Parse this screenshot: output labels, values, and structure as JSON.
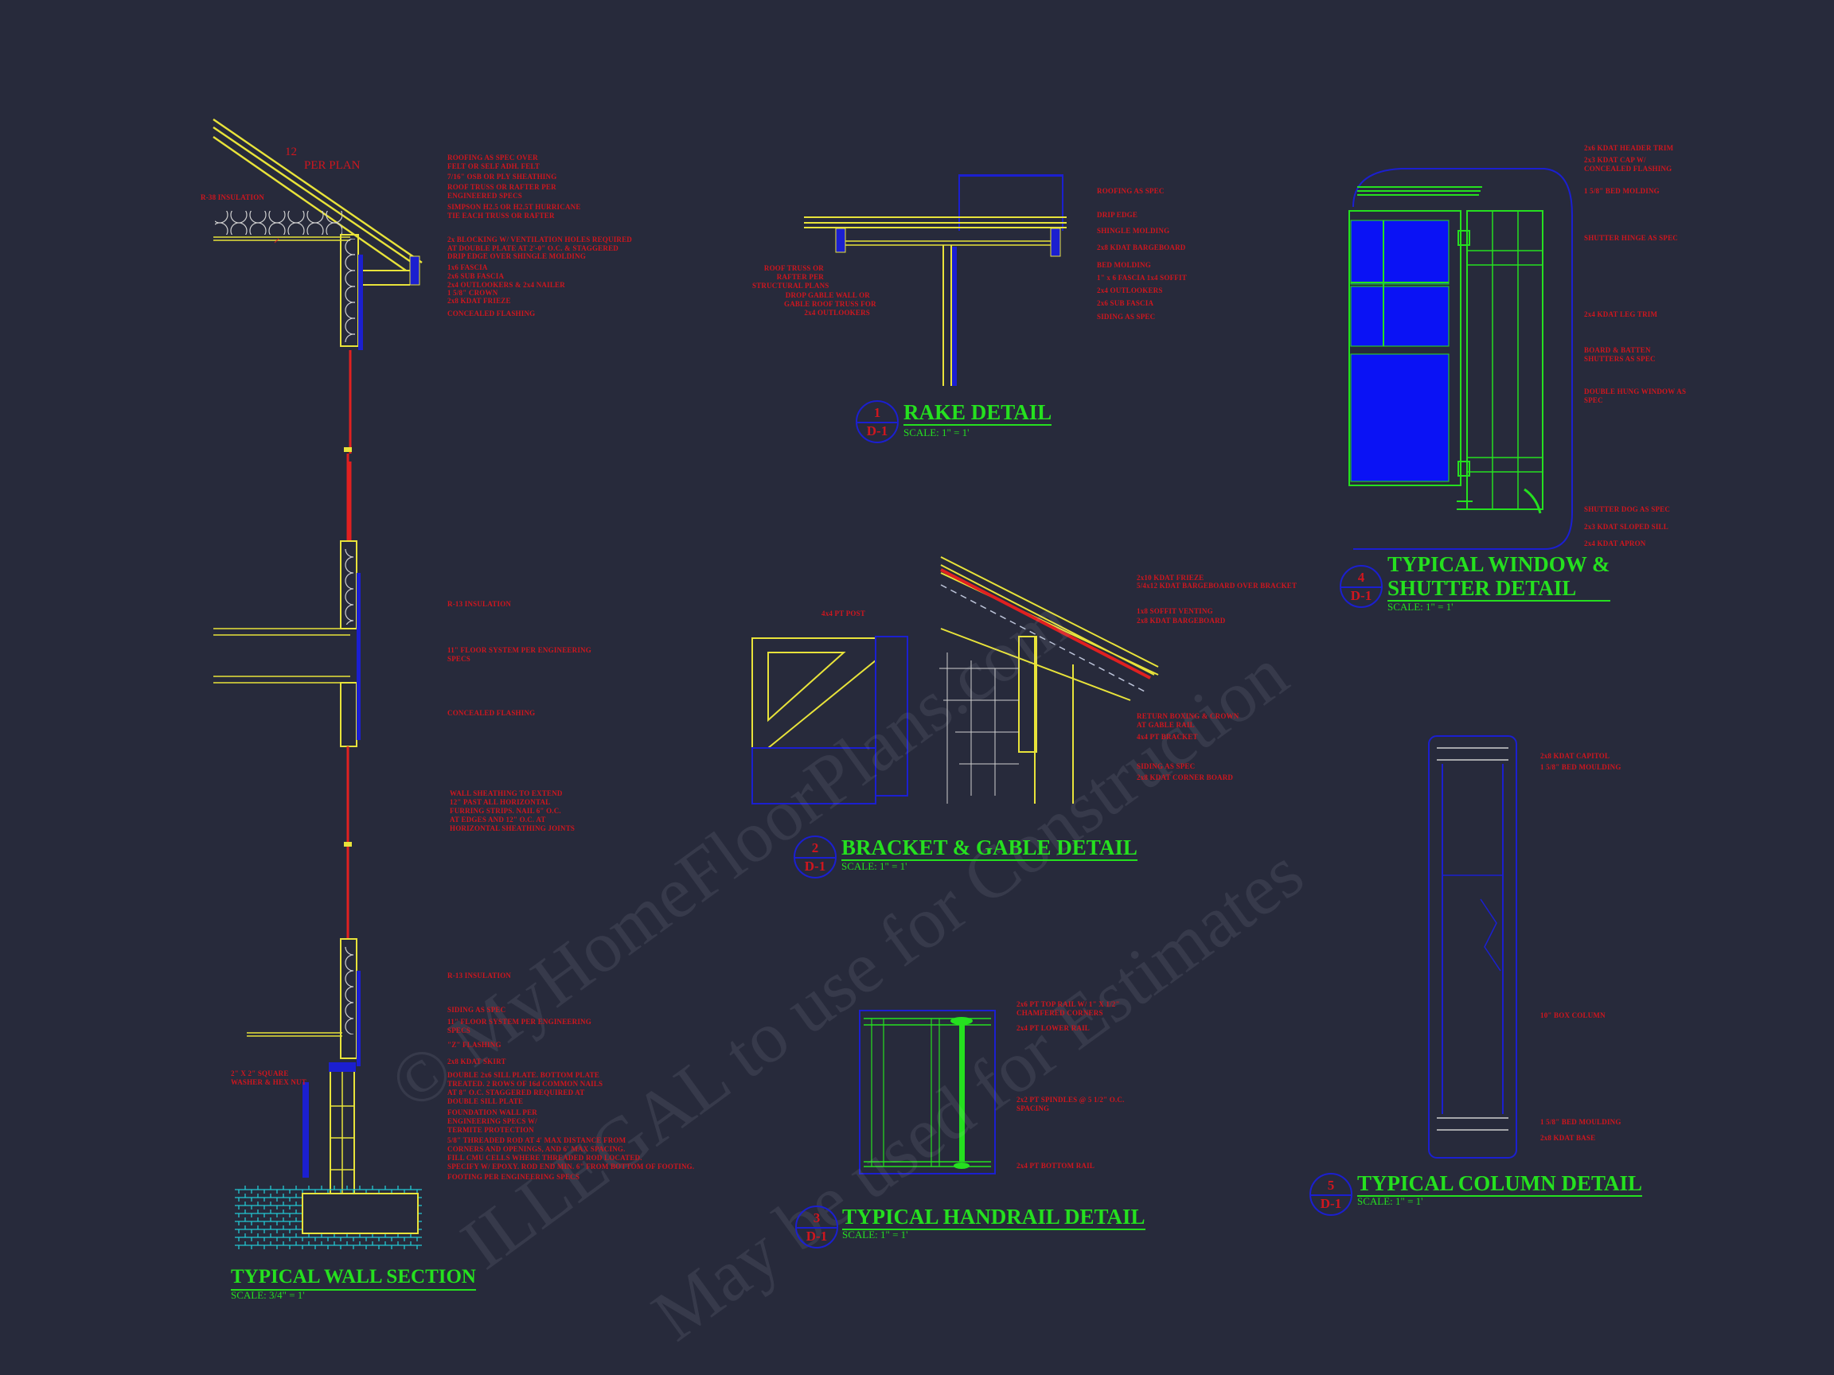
{
  "watermark": {
    "line1": "© MyHomeFloorPlans.com",
    "line2": "ILLEGAL to use for Construction",
    "line3": "May be used for Estimates"
  },
  "wall_section": {
    "title": "TYPICAL WALL SECTION",
    "scale": "SCALE: 3/4\" = 1'",
    "slope_rise": "12",
    "slope_label": "PER PLAN",
    "labels": [
      "ROOFING AS SPEC OVER\nFELT OR SELF ADH. FELT",
      "7/16\" OSB OR PLY SHEATHING",
      "ROOF TRUSS OR RAFTER PER\nENGINEERED SPECS",
      "SIMPSON H2.5 OR H2.5T HURRICANE\nTIE EACH TRUSS OR RAFTER",
      "2x BLOCKING W/ VENTILATION HOLES REQUIRED\nAT DOUBLE PLATE AT 2'-0\" O.C. & STAGGERED",
      "DRIP EDGE OVER SHINGLE MOLDING",
      "1x6 FASCIA\n2x6 SUB FASCIA",
      "2x4 OUTLOOKERS & 2x4 NAILER",
      "1 5/8\" CROWN",
      "2x8 KDAT FRIEZE",
      "CONCEALED FLASHING",
      "R-13 INSULATION",
      "11\" FLOOR SYSTEM PER ENGINEERING\nSPECS",
      "CONCEALED FLASHING",
      "WALL SHEATHING TO EXTEND\n12\" PAST ALL HORIZONTAL\nFURRING STRIPS. NAIL 6\" O.C.\nAT EDGES AND 12\" O.C. AT\nHORIZONTAL SHEATHING JOINTS",
      "R-13 INSULATION",
      "SIDING AS SPEC",
      "11\" FLOOR SYSTEM PER ENGINEERING\nSPECS",
      "\"Z\" FLASHING",
      "2x8 KDAT SKIRT",
      "DOUBLE 2x6 SILL PLATE. BOTTOM PLATE\nTREATED. 2 ROWS OF 16d COMMON NAILS\nAT 8\" O.C. STAGGERED REQUIRED AT\nDOUBLE SILL PLATE",
      "FOUNDATION WALL PER\nENGINEERING SPECS W/\nTERMITE PROTECTION",
      "5/8\" THREADED ROD AT 4' MAX DISTANCE FROM\nCORNERS AND OPENINGS, AND 6' MAX SPACING.\nFILL CMU CELLS WHERE THREADED ROD LOCATED.\nSPECIFY W/ EPOXY. ROD END MIN. 6\" FROM BOTTOM OF FOOTING.",
      "FOOTING PER ENGINEERING SPECS"
    ],
    "label_insulation": "R-38 INSULATION",
    "label_washer": "2\" X 2\" SQUARE\nWASHER & HEX NUT"
  },
  "rake_detail": {
    "number": "1",
    "sheet": "D-1",
    "title": "RAKE DETAIL",
    "scale": "SCALE: 1\" = 1'",
    "right_labels": [
      "ROOFING AS SPEC",
      "DRIP EDGE",
      "SHINGLE MOLDING",
      "2x8 KDAT BARGEBOARD",
      "BED MOLDING",
      "1\" x 6 FASCIA 1x4 SOFFIT",
      "2x4 OUTLOOKERS",
      "2x6 SUB FASCIA",
      "SIDING AS SPEC"
    ],
    "left_labels": [
      "ROOF TRUSS OR\nRAFTER PER\nSTRUCTURAL PLANS",
      "DROP GABLE WALL OR\nGABLE ROOF TRUSS FOR\n2x4 OUTLOOKERS"
    ]
  },
  "bracket_detail": {
    "number": "2",
    "sheet": "D-1",
    "title": "BRACKET & GABLE DETAIL",
    "scale": "SCALE: 1\" = 1'",
    "post_label": "4x4 PT POST",
    "labels": [
      "2x10 KDAT FRIEZE",
      "5/4x12 KDAT BARGEBOARD OVER BRACKET",
      "1x8 SOFFIT VENTING",
      "2x8 KDAT BARGEBOARD",
      "RETURN BOXING & CROWN\nAT GABLE RAIL",
      "4x4 PT BRACKET",
      "SIDING AS SPEC",
      "2x8 KDAT CORNER BOARD"
    ]
  },
  "window_detail": {
    "number": "4",
    "sheet": "D-1",
    "title": "TYPICAL WINDOW &\nSHUTTER DETAIL",
    "scale": "SCALE: 1\" = 1'",
    "labels": [
      "2x6 KDAT HEADER TRIM",
      "2x3 KDAT CAP W/\nCONCEALED FLASHING",
      "1 5/8\" BED MOLDING",
      "SHUTTER HINGE AS SPEC",
      "2x4 KDAT LEG TRIM",
      "BOARD & BATTEN\nSHUTTERS AS SPEC",
      "DOUBLE HUNG WINDOW AS\nSPEC",
      "SHUTTER DOG AS SPEC",
      "2x3 KDAT SLOPED SILL",
      "2x4 KDAT APRON"
    ]
  },
  "handrail_detail": {
    "number": "3",
    "sheet": "D-1",
    "title": "TYPICAL HANDRAIL DETAIL",
    "scale": "SCALE: 1\" = 1'",
    "labels": [
      "2x6 PT TOP RAIL W/ 1\" X 1/2\"\nCHAMFERED CORNERS",
      "2x4 PT LOWER RAIL",
      "2x2 PT SPINDLES @ 5 1/2\" O.C.\nSPACING",
      "2x4 PT BOTTOM RAIL"
    ]
  },
  "column_detail": {
    "number": "5",
    "sheet": "D-1",
    "title": "TYPICAL COLUMN DETAIL",
    "scale": "SCALE: 1\" = 1'",
    "labels": [
      "2x8 KDAT CAPITOL",
      "1 5/8\" BED MOULDING",
      "10\" BOX COLUMN",
      "1 5/8\" BED MOULDING",
      "2x8 KDAT BASE"
    ]
  }
}
